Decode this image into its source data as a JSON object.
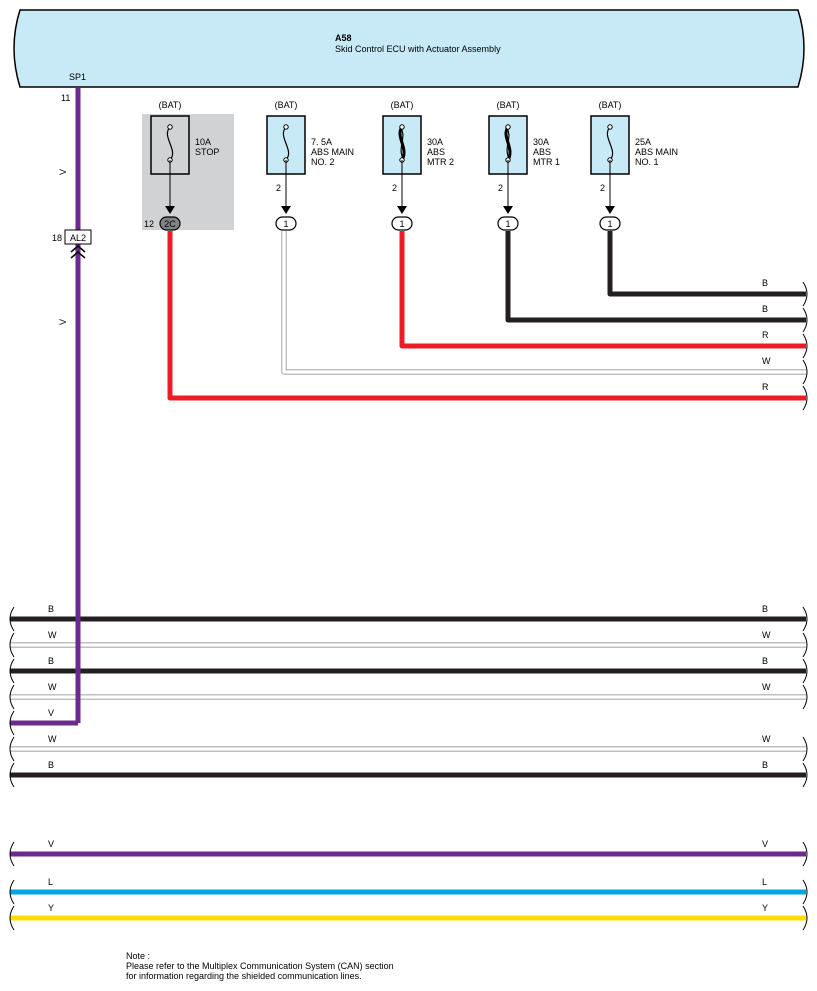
{
  "header": {
    "connector_id": "A58",
    "component_name": "Skid Control ECU with Actuator Assembly",
    "terminal_label": "SP1",
    "bg_color": "#c8eaf7"
  },
  "wire_colors": {
    "V": "#6a2a8e",
    "R": "#ee1c25",
    "B": "#231f20",
    "W": "#ffffff",
    "L": "#00a6e0",
    "Y": "#ffdd00",
    "fuse_bg": "#c8eaf7",
    "shade": "#d1d2d4"
  },
  "sp1_wire": {
    "pin": "11",
    "color_code_1": "V",
    "color_code_2": "V",
    "connector_pin": "18",
    "connector_id": "AL2",
    "bottom_label": "V"
  },
  "fuses": [
    {
      "source": "(BAT)",
      "rating": "10A",
      "name1": "STOP",
      "name2": "",
      "name3": "",
      "pin": "",
      "conn_pin": "12",
      "conn_id": "2C",
      "wire": "R",
      "wire_label": "R",
      "shaded": true,
      "symbol": "standard"
    },
    {
      "source": "(BAT)",
      "rating": "7. 5A",
      "name1": "ABS MAIN",
      "name2": "NO. 2",
      "name3": "",
      "pin": "2",
      "conn_pin": "",
      "conn_id": "1",
      "wire": "W",
      "wire_label": "W",
      "shaded": false,
      "symbol": "standard"
    },
    {
      "source": "(BAT)",
      "rating": "30A",
      "name1": "ABS",
      "name2": "MTR 2",
      "name3": "",
      "pin": "2",
      "conn_pin": "",
      "conn_id": "1",
      "wire": "R",
      "wire_label": "R",
      "shaded": false,
      "symbol": "fusible"
    },
    {
      "source": "(BAT)",
      "rating": "30A",
      "name1": "ABS",
      "name2": "MTR 1",
      "name3": "",
      "pin": "2",
      "conn_pin": "",
      "conn_id": "1",
      "wire": "B",
      "wire_label": "B",
      "shaded": false,
      "symbol": "fusible"
    },
    {
      "source": "(BAT)",
      "rating": "25A",
      "name1": "ABS MAIN",
      "name2": "NO. 1",
      "name3": "",
      "pin": "2",
      "conn_pin": "",
      "conn_id": "1",
      "wire": "B",
      "wire_label": "B",
      "shaded": false,
      "symbol": "standard"
    }
  ],
  "bus_lines": [
    {
      "color": "B",
      "left_label": "B",
      "right_label": "B"
    },
    {
      "color": "W",
      "left_label": "W",
      "right_label": "W"
    },
    {
      "color": "B",
      "left_label": "B",
      "right_label": "B"
    },
    {
      "color": "W",
      "left_label": "W",
      "right_label": "W"
    },
    {
      "color": "V",
      "left_label": "V",
      "right_label": ""
    },
    {
      "color": "W",
      "left_label": "W",
      "right_label": "W"
    },
    {
      "color": "B",
      "left_label": "B",
      "right_label": "B"
    }
  ],
  "lower_lines": [
    {
      "color": "V",
      "left_label": "V",
      "right_label": "V"
    },
    {
      "color": "L",
      "left_label": "L",
      "right_label": "L"
    },
    {
      "color": "Y",
      "left_label": "Y",
      "right_label": "Y"
    }
  ],
  "note": {
    "line1": "Note :",
    "line2": "Please refer to the Multiplex Communication System (CAN) section",
    "line3": "for information regarding the shielded communication lines."
  }
}
